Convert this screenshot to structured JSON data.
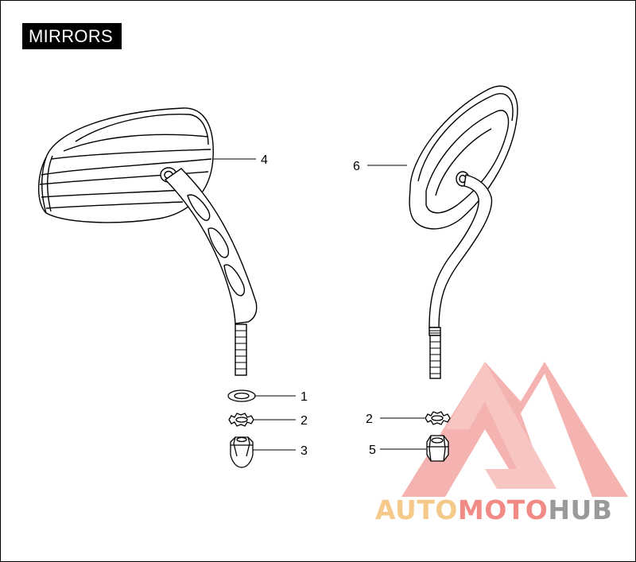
{
  "title": "MIRRORS",
  "callouts": {
    "c1": "1",
    "c2_left": "2",
    "c3": "3",
    "c4": "4",
    "c2_right": "2",
    "c5": "5",
    "c6": "6"
  },
  "watermark": {
    "part1": "AUTO",
    "part2": "MOTO",
    "part3": "HUB"
  },
  "colors": {
    "line": "#000000",
    "watermark_red": "#ef6b6b",
    "watermark_orange": "#f5c98a",
    "watermark_gray": "#9a9a9a"
  }
}
